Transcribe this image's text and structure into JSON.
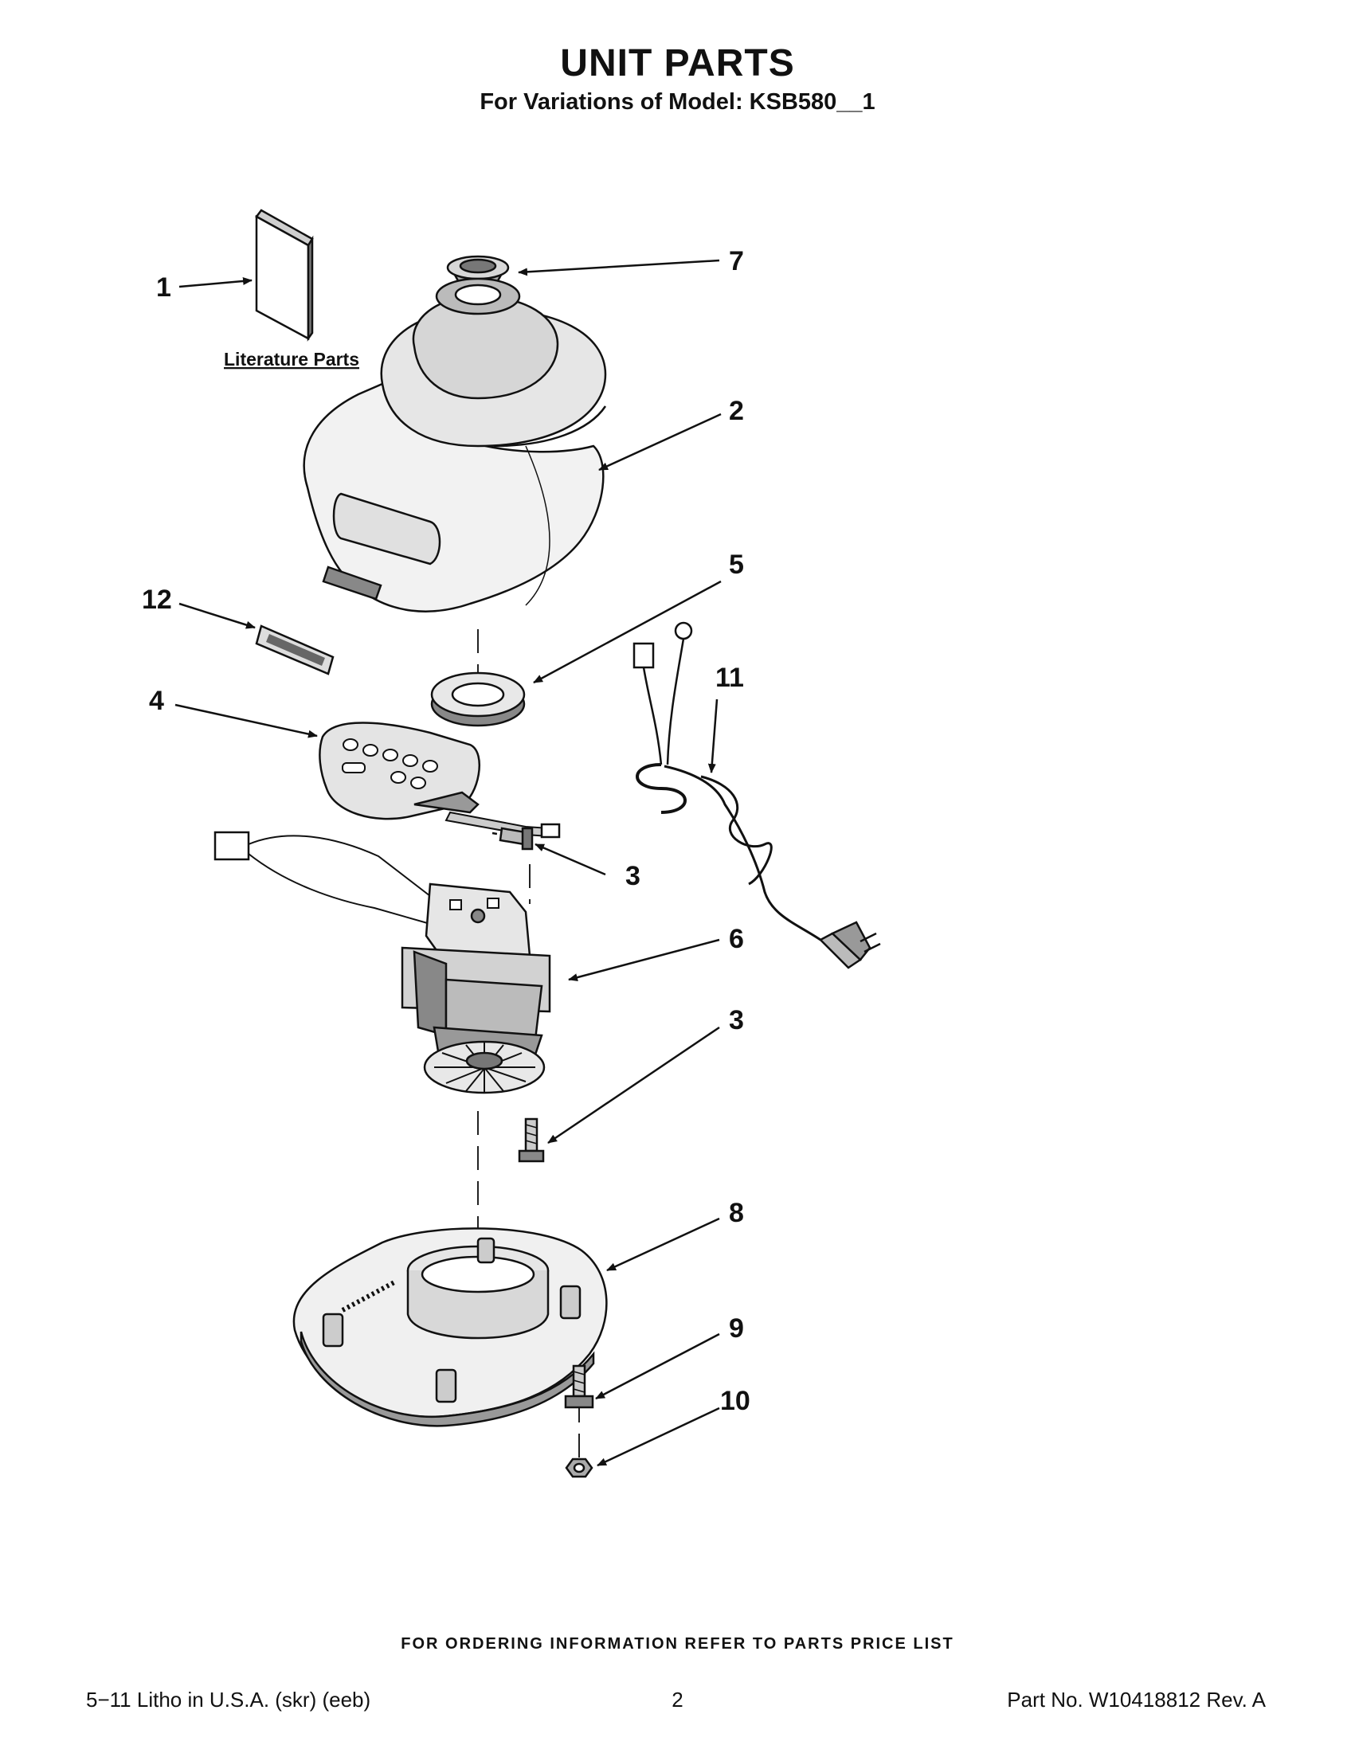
{
  "header": {
    "title": "UNIT PARTS",
    "subtitle": "For Variations of Model: KSB580__1"
  },
  "diagram": {
    "literature_label": "Literature Parts",
    "callouts": {
      "c1": "1",
      "c7": "7",
      "c2": "2",
      "c5": "5",
      "c12": "12",
      "c11": "11",
      "c4": "4",
      "c3a": "3",
      "c6": "6",
      "c3b": "3",
      "c8": "8",
      "c9": "9",
      "c10": "10"
    }
  },
  "footer": {
    "ordering_note": "FOR ORDERING INFORMATION REFER TO PARTS PRICE LIST",
    "litho": "5−11 Litho in U.S.A. (skr) (eeb)",
    "page_number": "2",
    "part_number": "Part No. W10418812 Rev. A"
  }
}
